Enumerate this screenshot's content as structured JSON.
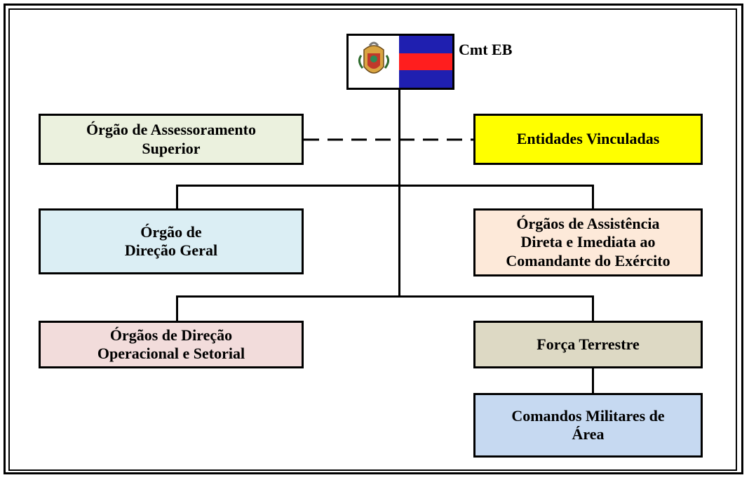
{
  "header": {
    "title": "Cmt EB",
    "flag_colors": [
      "#1f1fb0",
      "#ff1e1e",
      "#1f1fb0"
    ],
    "emblem_icon": "coat-of-arms-icon"
  },
  "boxes": {
    "assessoramento": {
      "label": "Órgão de Assessoramento\nSuperior",
      "color": "#ebf1de"
    },
    "entidades": {
      "label": "Entidades Vinculadas",
      "color": "#ffff00"
    },
    "direcao_geral": {
      "label": "Órgão de\nDireção Geral",
      "color": "#dbeef4"
    },
    "assistencia": {
      "label": "Órgãos de Assistência\nDireta e Imediata ao\nComandante do Exército",
      "color": "#fde9d9"
    },
    "direcao_operacional": {
      "label": "Órgãos de Direção\nOperacional e Setorial",
      "color": "#f2dcdb"
    },
    "forca_terrestre": {
      "label": "Força Terrestre",
      "color": "#ddd9c4"
    },
    "comandos": {
      "label": "Comandos Militares de\nÁrea",
      "color": "#c6d9f1"
    }
  }
}
